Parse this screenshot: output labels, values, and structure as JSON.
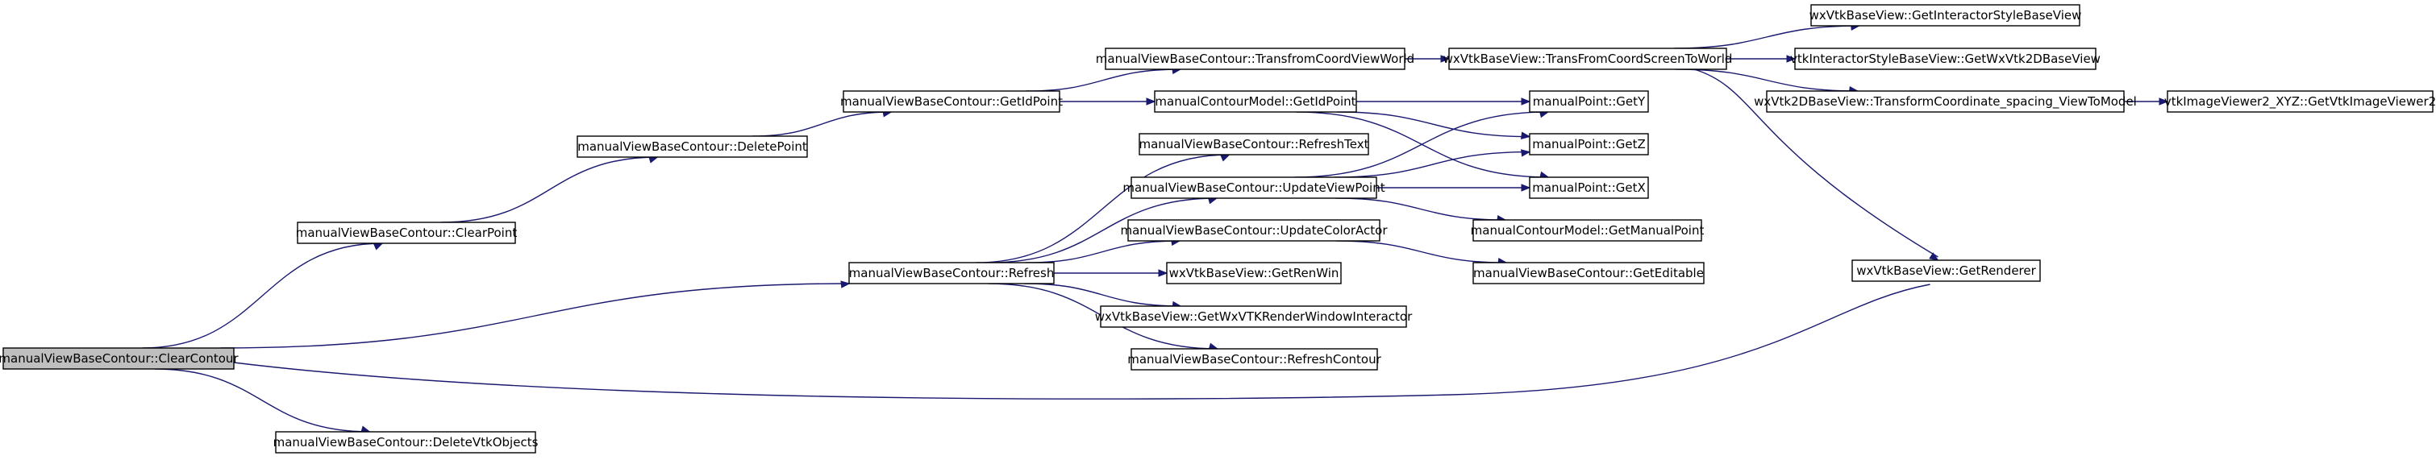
{
  "graph": {
    "nodes": [
      {
        "id": "clearContour",
        "label": "manualViewBaseContour::ClearContour",
        "root": true
      },
      {
        "id": "clearPoint",
        "label": "manualViewBaseContour::ClearPoint"
      },
      {
        "id": "deleteVtkObjects",
        "label": "manualViewBaseContour::DeleteVtkObjects"
      },
      {
        "id": "deletePoint",
        "label": "manualViewBaseContour::DeletePoint"
      },
      {
        "id": "getIdPointView",
        "label": "manualViewBaseContour::GetIdPoint"
      },
      {
        "id": "transformCoordViewWorld",
        "label": "manualViewBaseContour::TransfromCoordViewWorld"
      },
      {
        "id": "getIdPointModel",
        "label": "manualContourModel::GetIdPoint"
      },
      {
        "id": "transFromCoordScreenToWorld",
        "label": "wxVtkBaseView::TransFromCoordScreenToWorld"
      },
      {
        "id": "getInteractorStyleBaseView",
        "label": "wxVtkBaseView::GetInteractorStyleBaseView"
      },
      {
        "id": "getWxVtk2DBaseView",
        "label": "vtkInteractorStyleBaseView::GetWxVtk2DBaseView"
      },
      {
        "id": "transformCoordinate",
        "label": "wxVtk2DBaseView::TransformCoordinate_spacing_ViewToModel"
      },
      {
        "id": "getVtkImageViewer2",
        "label": "vtkImageViewer2_XYZ::GetVtkImageViewer2"
      },
      {
        "id": "getRenderer",
        "label": "wxVtkBaseView::GetRenderer"
      },
      {
        "id": "getY",
        "label": "manualPoint::GetY"
      },
      {
        "id": "getZ",
        "label": "manualPoint::GetZ"
      },
      {
        "id": "getX",
        "label": "manualPoint::GetX"
      },
      {
        "id": "refresh",
        "label": "manualViewBaseContour::Refresh"
      },
      {
        "id": "refreshText",
        "label": "manualViewBaseContour::RefreshText"
      },
      {
        "id": "updateViewPoint",
        "label": "manualViewBaseContour::UpdateViewPoint"
      },
      {
        "id": "updateColorActor",
        "label": "manualViewBaseContour::UpdateColorActor"
      },
      {
        "id": "getRenWin",
        "label": "wxVtkBaseView::GetRenWin"
      },
      {
        "id": "getWxVTKRWI",
        "label": "wxVtkBaseView::GetWxVTKRenderWindowInteractor"
      },
      {
        "id": "refreshContour",
        "label": "manualViewBaseContour::RefreshContour"
      },
      {
        "id": "getManualPoint",
        "label": "manualContourModel::GetManualPoint"
      },
      {
        "id": "getEditable",
        "label": "manualViewBaseContour::GetEditable"
      }
    ],
    "edges": [
      [
        "clearContour",
        "clearPoint"
      ],
      [
        "clearContour",
        "refresh"
      ],
      [
        "clearContour",
        "getRenderer"
      ],
      [
        "clearContour",
        "deleteVtkObjects"
      ],
      [
        "clearPoint",
        "deletePoint"
      ],
      [
        "deletePoint",
        "getIdPointView"
      ],
      [
        "getIdPointView",
        "transformCoordViewWorld"
      ],
      [
        "getIdPointView",
        "getIdPointModel"
      ],
      [
        "transformCoordViewWorld",
        "transFromCoordScreenToWorld"
      ],
      [
        "transFromCoordScreenToWorld",
        "getInteractorStyleBaseView"
      ],
      [
        "transFromCoordScreenToWorld",
        "getWxVtk2DBaseView"
      ],
      [
        "transFromCoordScreenToWorld",
        "transformCoordinate"
      ],
      [
        "transFromCoordScreenToWorld",
        "getRenderer"
      ],
      [
        "transformCoordinate",
        "getVtkImageViewer2"
      ],
      [
        "getIdPointModel",
        "getY"
      ],
      [
        "getIdPointModel",
        "getZ"
      ],
      [
        "getIdPointModel",
        "getX"
      ],
      [
        "refresh",
        "refreshText"
      ],
      [
        "refresh",
        "updateViewPoint"
      ],
      [
        "refresh",
        "updateColorActor"
      ],
      [
        "refresh",
        "getRenWin"
      ],
      [
        "refresh",
        "getWxVTKRWI"
      ],
      [
        "refresh",
        "refreshContour"
      ],
      [
        "updateViewPoint",
        "getY"
      ],
      [
        "updateViewPoint",
        "getZ"
      ],
      [
        "updateViewPoint",
        "getX"
      ],
      [
        "updateViewPoint",
        "getManualPoint"
      ],
      [
        "updateColorActor",
        "getEditable"
      ]
    ]
  }
}
